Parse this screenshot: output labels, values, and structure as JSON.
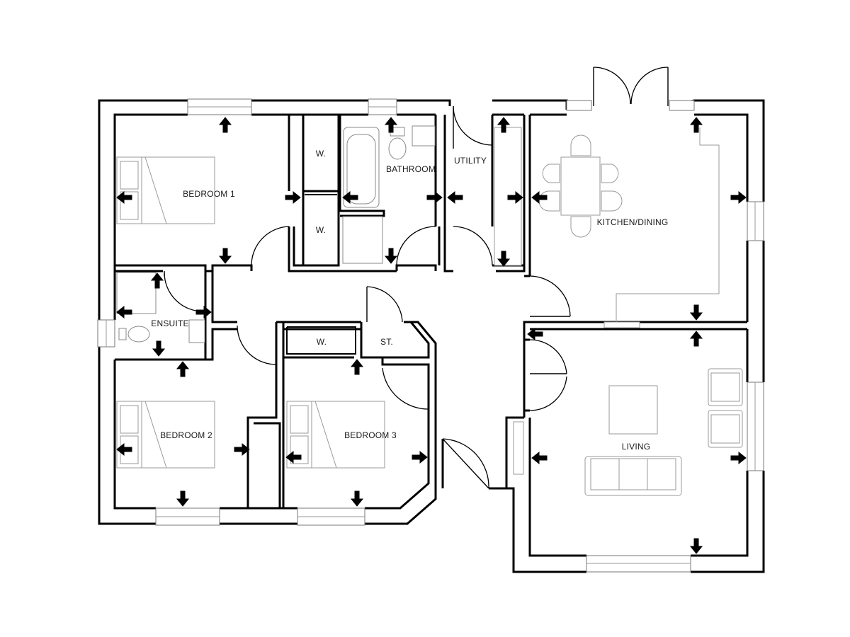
{
  "rooms": {
    "bedroom1": "BEDROOM 1",
    "bedroom2": "BEDROOM 2",
    "bedroom3": "BEDROOM 3",
    "ensuite": "ENSUITE",
    "bathroom": "BATHROOM",
    "utility": "UTILITY",
    "kitchen_dining": "KITCHEN/DINING",
    "living": "LIVING",
    "wardrobe1": "W.",
    "wardrobe2": "W.",
    "wardrobe3": "W.",
    "store": "ST."
  },
  "colors": {
    "wall": "#000000",
    "furniture": "#9a9a9a",
    "background": "#ffffff"
  }
}
